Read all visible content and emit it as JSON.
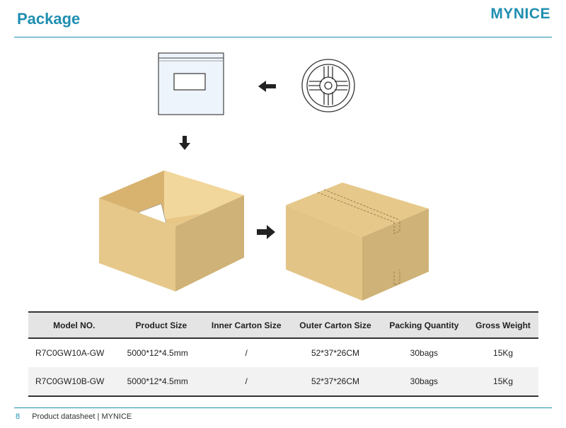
{
  "header": {
    "title": "Package",
    "brand": "MYNICE"
  },
  "table": {
    "columns": [
      "Model NO.",
      "Product Size",
      "Inner Carton Size",
      "Outer Carton Size",
      "Packing Quantity",
      "Gross Weight"
    ],
    "rows": [
      [
        "R7C0GW10A-GW",
        "5000*12*4.5mm",
        "/",
        "52*37*26CM",
        "30bags",
        "15Kg"
      ],
      [
        "R7C0GW10B-GW",
        "5000*12*4.5mm",
        "/",
        "52*37*26CM",
        "30bags",
        "15Kg"
      ]
    ]
  },
  "footer": {
    "page_number": "8",
    "text": "Product datasheet | MYNICE"
  },
  "colors": {
    "accent": "#1f8fb1",
    "carton": "#e6c88a"
  }
}
